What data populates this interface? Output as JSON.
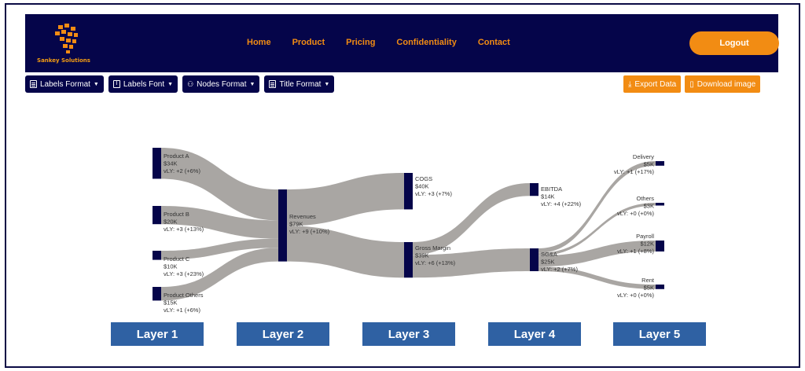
{
  "navbar": {
    "brand": "Sankey Solutions",
    "links": [
      "Home",
      "Product",
      "Pricing",
      "Confidentiality",
      "Contact"
    ],
    "logout_label": "Logout"
  },
  "toolbar": {
    "buttons": [
      "Labels Format",
      "Labels Font",
      "Nodes Format",
      "Title Format"
    ],
    "export_label": "Export Data",
    "download_label": "Download image"
  },
  "layers": [
    "Layer 1",
    "Layer 2",
    "Layer 3",
    "Layer 4",
    "Layer 5"
  ],
  "colors": {
    "navy": "#05054a",
    "orange": "#f28c13",
    "link": "#a9a6a3",
    "layer": "#2f61a3"
  },
  "chart_data": {
    "type": "sankey",
    "nodes": [
      {
        "id": "a",
        "layer": 1,
        "name": "Product A",
        "value_label": "$34K",
        "vly": "vLY: +2 (+6%)",
        "value": 34
      },
      {
        "id": "b",
        "layer": 1,
        "name": "Product B",
        "value_label": "$20K",
        "vly": "vLY: +3 (+13%)",
        "value": 20
      },
      {
        "id": "c",
        "layer": 1,
        "name": "Product C",
        "value_label": "$10K",
        "vly": "vLY: +3 (+23%)",
        "value": 10
      },
      {
        "id": "d",
        "layer": 1,
        "name": "Product Others",
        "value_label": "$15K",
        "vly": "vLY: +1 (+6%)",
        "value": 15
      },
      {
        "id": "rev",
        "layer": 2,
        "name": "Revenues",
        "value_label": "$79K",
        "vly": "vLY: +9 (+10%)",
        "value": 79
      },
      {
        "id": "cogs",
        "layer": 3,
        "name": "COGS",
        "value_label": "$40K",
        "vly": "vLY: +3 (+7%)",
        "value": 40
      },
      {
        "id": "gm",
        "layer": 3,
        "name": "Gross Margin",
        "value_label": "$39K",
        "vly": "vLY: +6 (+13%)",
        "value": 39
      },
      {
        "id": "ebitda",
        "layer": 4,
        "name": "EBITDA",
        "value_label": "$14K",
        "vly": "vLY: +4 (+22%)",
        "value": 14
      },
      {
        "id": "sga",
        "layer": 4,
        "name": "SG&A",
        "value_label": "$25K",
        "vly": "vLY: +2 (+7%)",
        "value": 25
      },
      {
        "id": "del",
        "layer": 5,
        "name": "Delivery",
        "value_label": "$5K",
        "vly": "vLY: +1 (+17%)",
        "value": 5
      },
      {
        "id": "oth",
        "layer": 5,
        "name": "Others",
        "value_label": "$3K",
        "vly": "vLY: +0 (+0%)",
        "value": 3
      },
      {
        "id": "pay",
        "layer": 5,
        "name": "Payroll",
        "value_label": "$12K",
        "vly": "vLY: +1 (+8%)",
        "value": 12
      },
      {
        "id": "rent",
        "layer": 5,
        "name": "Rent",
        "value_label": "$5K",
        "vly": "vLY: +0 (+0%)",
        "value": 5
      }
    ],
    "links": [
      {
        "source": "a",
        "target": "rev",
        "value": 34
      },
      {
        "source": "b",
        "target": "rev",
        "value": 20
      },
      {
        "source": "c",
        "target": "rev",
        "value": 10
      },
      {
        "source": "d",
        "target": "rev",
        "value": 15
      },
      {
        "source": "rev",
        "target": "cogs",
        "value": 40
      },
      {
        "source": "rev",
        "target": "gm",
        "value": 39
      },
      {
        "source": "gm",
        "target": "ebitda",
        "value": 14
      },
      {
        "source": "gm",
        "target": "sga",
        "value": 25
      },
      {
        "source": "sga",
        "target": "del",
        "value": 5
      },
      {
        "source": "sga",
        "target": "oth",
        "value": 3
      },
      {
        "source": "sga",
        "target": "pay",
        "value": 12
      },
      {
        "source": "sga",
        "target": "rent",
        "value": 5
      }
    ]
  }
}
